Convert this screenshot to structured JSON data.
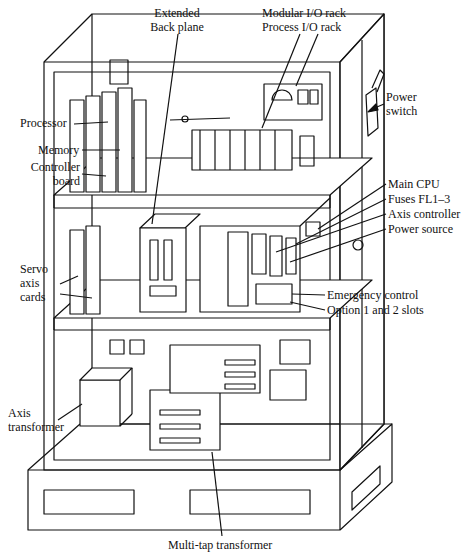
{
  "diagram": {
    "labels": [
      "Extended Back plane",
      "Modular I/O rack",
      "Process I/O rack",
      "Power switch",
      "Processor",
      "Memory",
      "Controller board",
      "Main CPU",
      "Fuses FL1–3",
      "Axis controller",
      "Power source",
      "Servo axis cards",
      "Emergency control",
      "Option 1 and 2 slots",
      "Axis transformer",
      "Multi-tap transformer"
    ]
  }
}
